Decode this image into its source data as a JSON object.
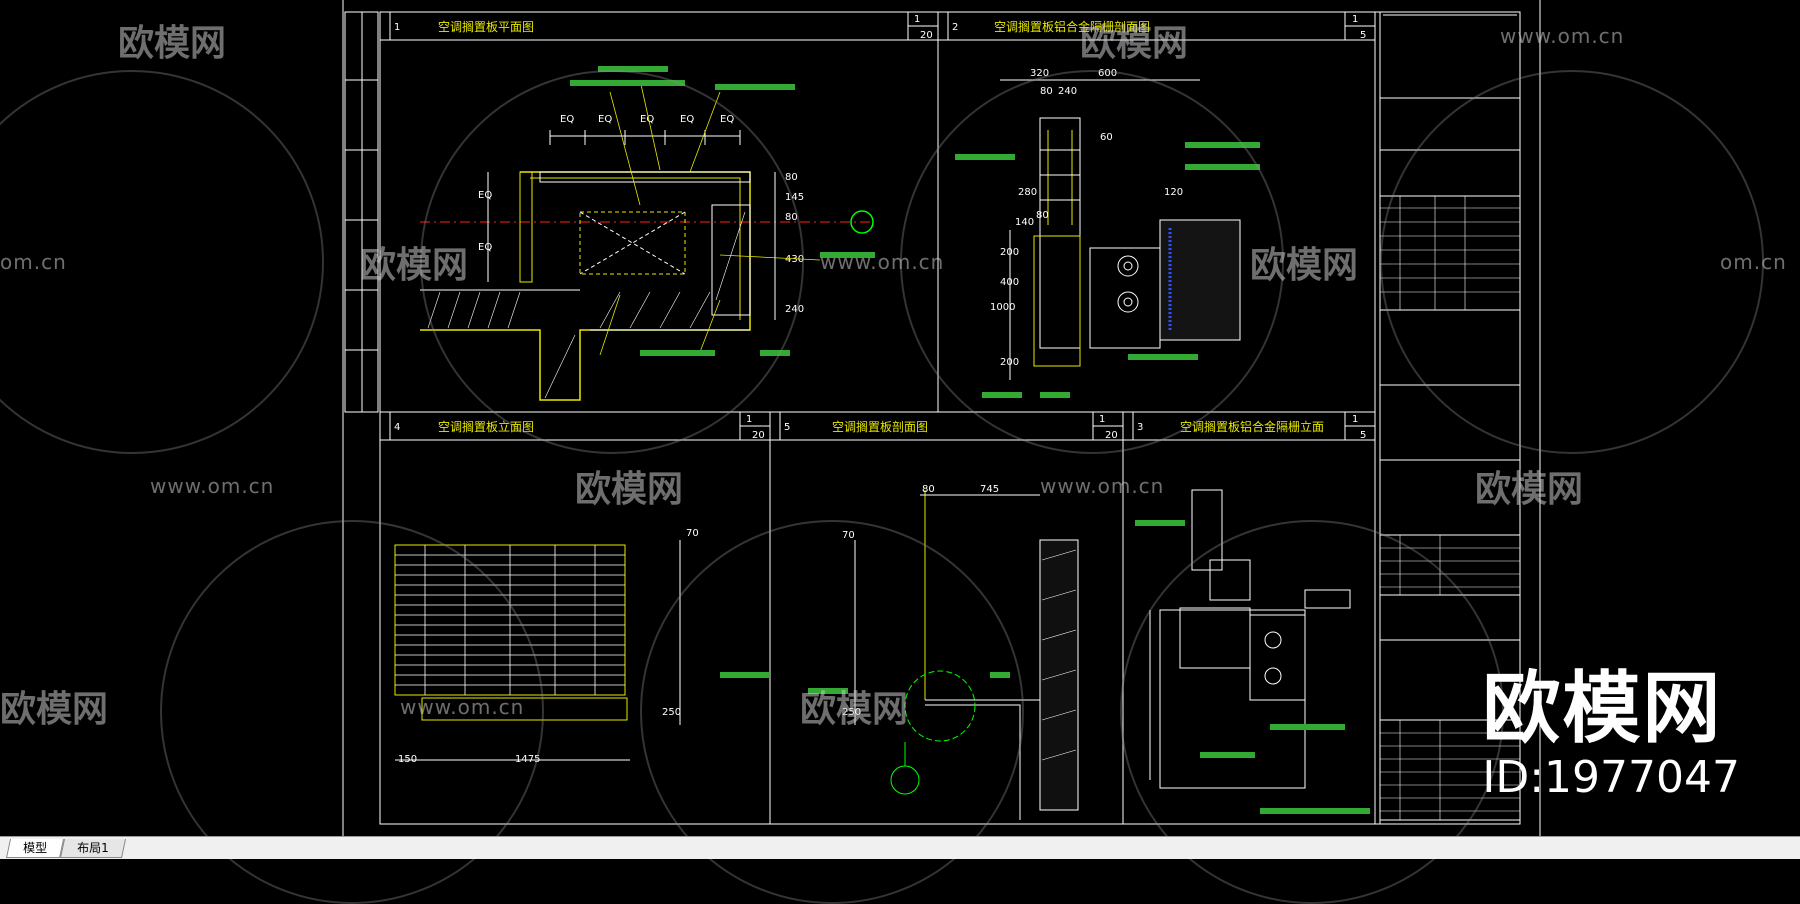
{
  "watermark": {
    "logo_text": "欧模网",
    "url_text": "www.om.cn",
    "url_partial": "om.cn"
  },
  "brand": {
    "logo": "欧模网",
    "id": "ID:1977047"
  },
  "drawing": {
    "panels": [
      {
        "num": "1",
        "title": "空调搁置板平面图",
        "scale_top": "1",
        "scale_bottom": "20"
      },
      {
        "num": "2",
        "title": "空调搁置板铝合金隔栅剖面图",
        "scale_top": "1",
        "scale_bottom": "5"
      },
      {
        "num": "4",
        "title": "空调搁置板立面图",
        "scale_top": "1",
        "scale_bottom": "20"
      },
      {
        "num": "5",
        "title": "空调搁置板剖面图",
        "scale_top": "1",
        "scale_bottom": "20"
      },
      {
        "num": "3",
        "title": "空调搁置板铝合金隔栅立面",
        "scale_top": "1",
        "scale_bottom": "5"
      }
    ],
    "dims_plan": [
      "EQ",
      "EQ",
      "EQ",
      "EQ",
      "EQ",
      "80",
      "145",
      "80",
      "430",
      "240",
      "EQ",
      "EQ"
    ],
    "dims_section": [
      "320",
      "600",
      "80",
      "240",
      "280",
      "120",
      "1000",
      "80",
      "60",
      "140",
      "200",
      "400",
      "200"
    ],
    "dims_elev": [
      "150",
      "1475",
      "70",
      "250"
    ],
    "dims_sect5": [
      "80",
      "745",
      "70",
      "250"
    ]
  },
  "tabs": [
    "模型",
    "布局1"
  ]
}
